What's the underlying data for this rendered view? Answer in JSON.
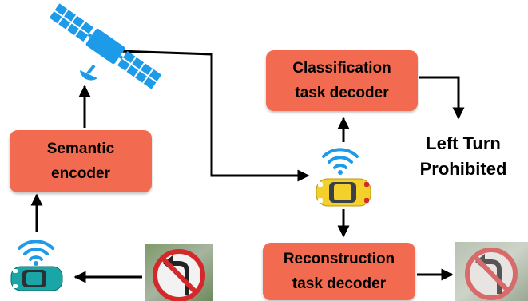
{
  "boxes": {
    "semantic_encoder": {
      "line1": "Semantic",
      "line2": "encoder"
    },
    "classification_decoder": {
      "line1": "Classification",
      "line2": "task decoder"
    },
    "reconstruction_decoder": {
      "line1": "Reconstruction",
      "line2": "task decoder"
    }
  },
  "output_label": {
    "line1": "Left Turn",
    "line2": "Prohibited"
  },
  "colors": {
    "box_fill": "#f26a4f",
    "arrow": "#000000",
    "satellite": "#1e9be8",
    "car_sender": "#1aa6a6",
    "car_receiver": "#f3d02a",
    "wifi": "#1e9be8",
    "sign_red": "#d4282b"
  },
  "icons": [
    "satellite-icon",
    "sender-car-icon",
    "receiver-car-icon",
    "wifi-icon",
    "no-left-turn-sign-icon"
  ]
}
